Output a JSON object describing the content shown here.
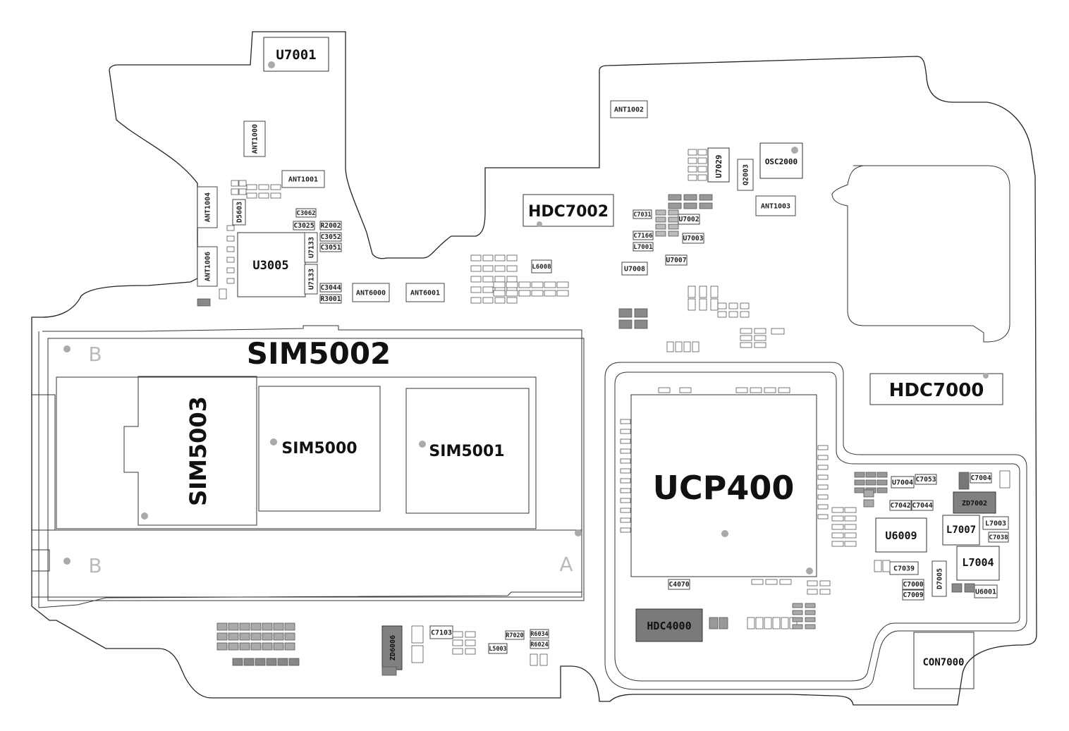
{
  "title": "SIM5002",
  "big_labels": {
    "ucp": "UCP400",
    "sim5002": "SIM5002",
    "sim5003": "SIM5003",
    "sim5000": "SIM5000",
    "sim5001": "SIM5001",
    "hdc7002": "HDC7002",
    "hdc7000": "HDC7000",
    "hdc4000": "HDC4000",
    "u7001": "U7001",
    "u3005": "U3005",
    "osc2000": "OSC2000",
    "u7029": "U7029",
    "con7000": "CON7000",
    "u6009": "U6009",
    "l7007": "L7007",
    "l7004": "L7004",
    "zd7002": "ZD7002",
    "zd6006": "ZD6006",
    "corner_b1": "B",
    "corner_b2": "B",
    "corner_a": "A"
  },
  "components": [
    {
      "id": "ANT1002",
      "label": "ANT1002"
    },
    {
      "id": "ANT1000",
      "label": "ANT1000"
    },
    {
      "id": "ANT1001",
      "label": "ANT1001"
    },
    {
      "id": "ANT1004",
      "label": "ANT1004"
    },
    {
      "id": "ANT1003",
      "label": "ANT1003"
    },
    {
      "id": "ANT1006",
      "label": "ANT1006"
    },
    {
      "id": "ANT6000",
      "label": "ANT6000"
    },
    {
      "id": "ANT6001",
      "label": "ANT6001"
    },
    {
      "id": "D5603",
      "label": "D5603"
    },
    {
      "id": "C3062",
      "label": "C3062"
    },
    {
      "id": "C3025",
      "label": "C3025"
    },
    {
      "id": "R2002",
      "label": "R2002"
    },
    {
      "id": "C3052",
      "label": "C3052"
    },
    {
      "id": "C3051",
      "label": "C3051"
    },
    {
      "id": "C3044",
      "label": "C3044"
    },
    {
      "id": "R3001",
      "label": "R3001"
    },
    {
      "id": "U7133a",
      "label": "U7133"
    },
    {
      "id": "U7133b",
      "label": "U7133"
    },
    {
      "id": "C7031",
      "label": "C7031"
    },
    {
      "id": "C7166",
      "label": "C7166"
    },
    {
      "id": "L7001",
      "label": "L7001"
    },
    {
      "id": "U7002",
      "label": "U7002"
    },
    {
      "id": "U7003",
      "label": "U7003"
    },
    {
      "id": "U7007",
      "label": "U7007"
    },
    {
      "id": "U7008",
      "label": "U7008"
    },
    {
      "id": "Q2003",
      "label": "Q2003"
    },
    {
      "id": "L6008",
      "label": "L6008"
    },
    {
      "id": "C7103",
      "label": "C7103"
    },
    {
      "id": "R7020",
      "label": "R7020"
    },
    {
      "id": "R6034",
      "label": "R6034"
    },
    {
      "id": "R6024",
      "label": "R6024"
    },
    {
      "id": "L5003",
      "label": "L5003"
    },
    {
      "id": "U7004",
      "label": "U7004"
    },
    {
      "id": "C7053",
      "label": "C7053"
    },
    {
      "id": "C7004",
      "label": "C7004"
    },
    {
      "id": "C7042",
      "label": "C7042"
    },
    {
      "id": "C7044",
      "label": "C7044"
    },
    {
      "id": "L7003",
      "label": "L7003"
    },
    {
      "id": "C7038",
      "label": "C7038"
    },
    {
      "id": "C7039",
      "label": "C7039"
    },
    {
      "id": "C7000",
      "label": "C7000"
    },
    {
      "id": "C7009",
      "label": "C7009"
    },
    {
      "id": "D7005",
      "label": "D7005"
    },
    {
      "id": "U6001",
      "label": "U6001"
    },
    {
      "id": "C4070",
      "label": "C4070"
    }
  ]
}
